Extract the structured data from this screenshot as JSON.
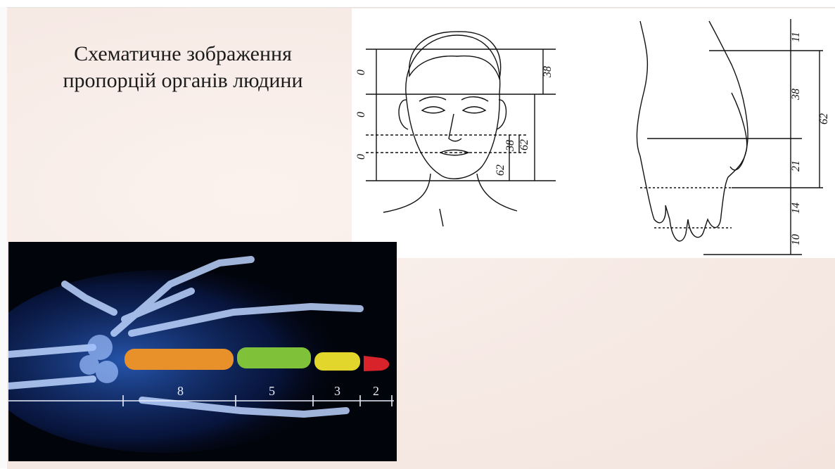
{
  "slide": {
    "title_line1": "Схематичне зображення",
    "title_line2": "пропорцій органів людини"
  },
  "face_diagram": {
    "left_marks": [
      "0",
      "0",
      "0"
    ],
    "right_marks": [
      "38",
      "38",
      "62",
      "62"
    ]
  },
  "hand_diagram": {
    "marks": [
      "11",
      "38",
      "62",
      "21",
      "14",
      "10"
    ]
  },
  "xray": {
    "segments": [
      {
        "label": "8",
        "color": "#e8902a"
      },
      {
        "label": "5",
        "color": "#7fc23a"
      },
      {
        "label": "3",
        "color": "#e2d62c"
      },
      {
        "label": "2",
        "color": "#d8232a"
      }
    ]
  }
}
